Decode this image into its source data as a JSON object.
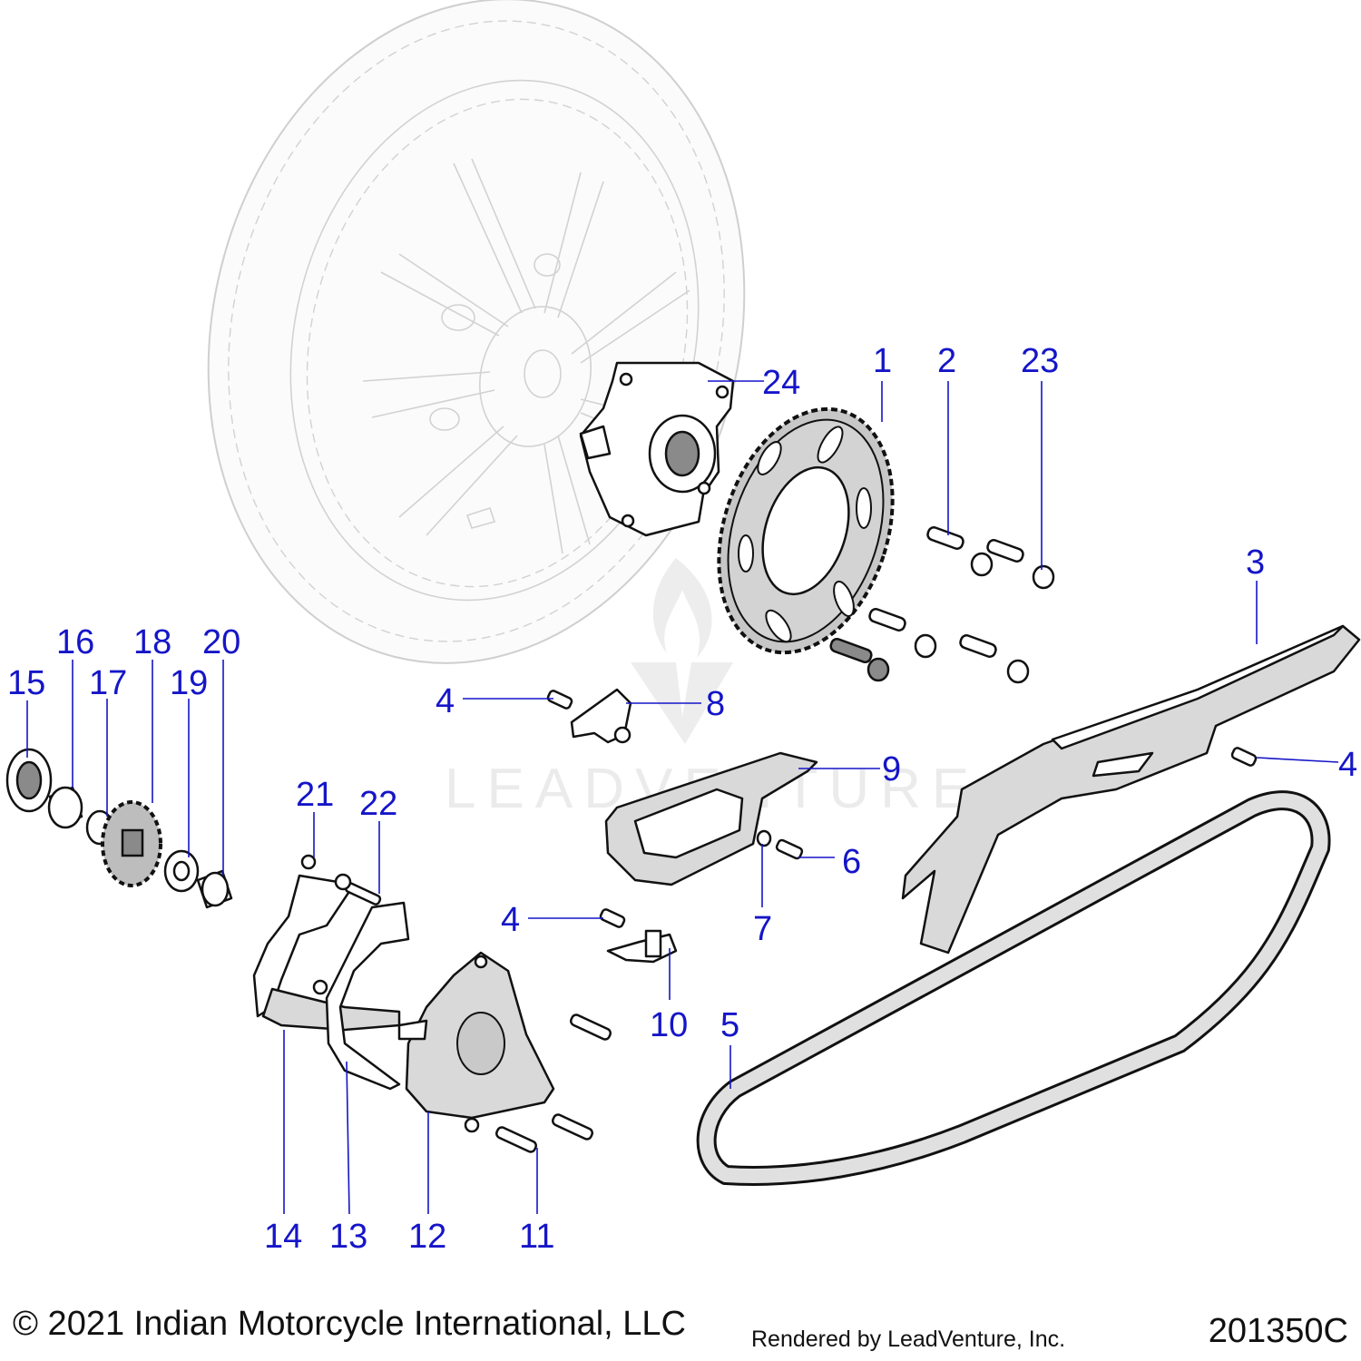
{
  "callouts": {
    "c1": "1",
    "c2": "2",
    "c3": "3",
    "c4a": "4",
    "c4b": "4",
    "c4c": "4",
    "c5": "5",
    "c6": "6",
    "c7": "7",
    "c8": "8",
    "c9": "9",
    "c10": "10",
    "c11": "11",
    "c12": "12",
    "c13": "13",
    "c14": "14",
    "c15": "15",
    "c16": "16",
    "c17": "17",
    "c18": "18",
    "c19": "19",
    "c20": "20",
    "c21": "21",
    "c22": "22",
    "c23": "23",
    "c24": "24"
  },
  "watermark": {
    "text": "LEADVENTURE"
  },
  "footer": {
    "copyright": "© 2021 Indian Motorcycle International, LLC",
    "rendered_by": "Rendered by LeadVenture, Inc.",
    "diagram_id": "201350C"
  },
  "colors": {
    "callout": "#1515c8",
    "line": "#111111",
    "wheel": "#cfcfcf"
  }
}
